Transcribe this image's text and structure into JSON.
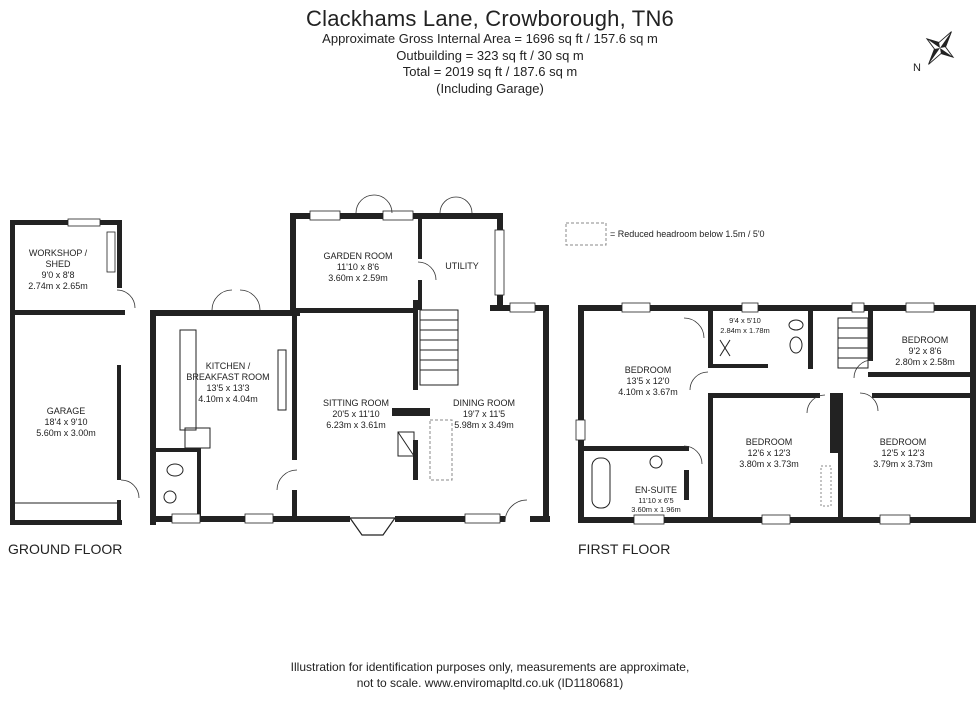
{
  "header": {
    "title": "Clackhams Lane, Crowborough, TN6",
    "line1": "Approximate Gross Internal Area = 1696 sq ft / 157.6 sq m",
    "line2": "Outbuilding = 323 sq ft / 30 sq m",
    "line3": "Total = 2019 sq ft / 187.6 sq m",
    "line4": "(Including Garage)"
  },
  "compass": {
    "label": "N"
  },
  "legend": {
    "text": "= Reduced headroom below 1.5m / 5'0"
  },
  "floors": {
    "ground": "GROUND FLOOR",
    "first": "FIRST FLOOR"
  },
  "rooms": {
    "workshop": {
      "name1": "WORKSHOP /",
      "name2": "SHED",
      "imperial": "9'0 x 8'8",
      "metric": "2.74m x 2.65m"
    },
    "garage": {
      "name": "GARAGE",
      "imperial": "18'4 x 9'10",
      "metric": "5.60m x 3.00m"
    },
    "kitchen": {
      "name1": "KITCHEN /",
      "name2": "BREAKFAST ROOM",
      "imperial": "13'5 x 13'3",
      "metric": "4.10m x 4.04m"
    },
    "garden_room": {
      "name": "GARDEN ROOM",
      "imperial": "11'10 x 8'6",
      "metric": "3.60m x 2.59m"
    },
    "utility": {
      "name": "UTILITY"
    },
    "sitting": {
      "name": "SITTING ROOM",
      "imperial": "20'5 x 11'10",
      "metric": "6.23m x 3.61m"
    },
    "dining": {
      "name": "DINING ROOM",
      "imperial": "19'7 x 11'5",
      "metric": "5.98m x 3.49m"
    },
    "bed1": {
      "name": "BEDROOM",
      "imperial": "13'5 x 12'0",
      "metric": "4.10m x 3.67m"
    },
    "bathroom": {
      "imperial": "9'4 x 5'10",
      "metric": "2.84m x 1.78m"
    },
    "bed_small": {
      "name": "BEDROOM",
      "imperial": "9'2 x 8'6",
      "metric": "2.80m x 2.58m"
    },
    "bed2": {
      "name": "BEDROOM",
      "imperial": "12'6 x 12'3",
      "metric": "3.80m x 3.73m"
    },
    "bed3": {
      "name": "BEDROOM",
      "imperial": "12'5 x 12'3",
      "metric": "3.79m x 3.73m"
    },
    "ensuite": {
      "name": "EN-SUITE",
      "imperial": "11'10 x 6'5",
      "metric": "3.60m x 1.96m"
    }
  },
  "footer": {
    "line1": "Illustration for identification purposes only, measurements are approximate,",
    "line2": "not to scale. www.enviromapltd.co.uk (ID1180681)"
  }
}
